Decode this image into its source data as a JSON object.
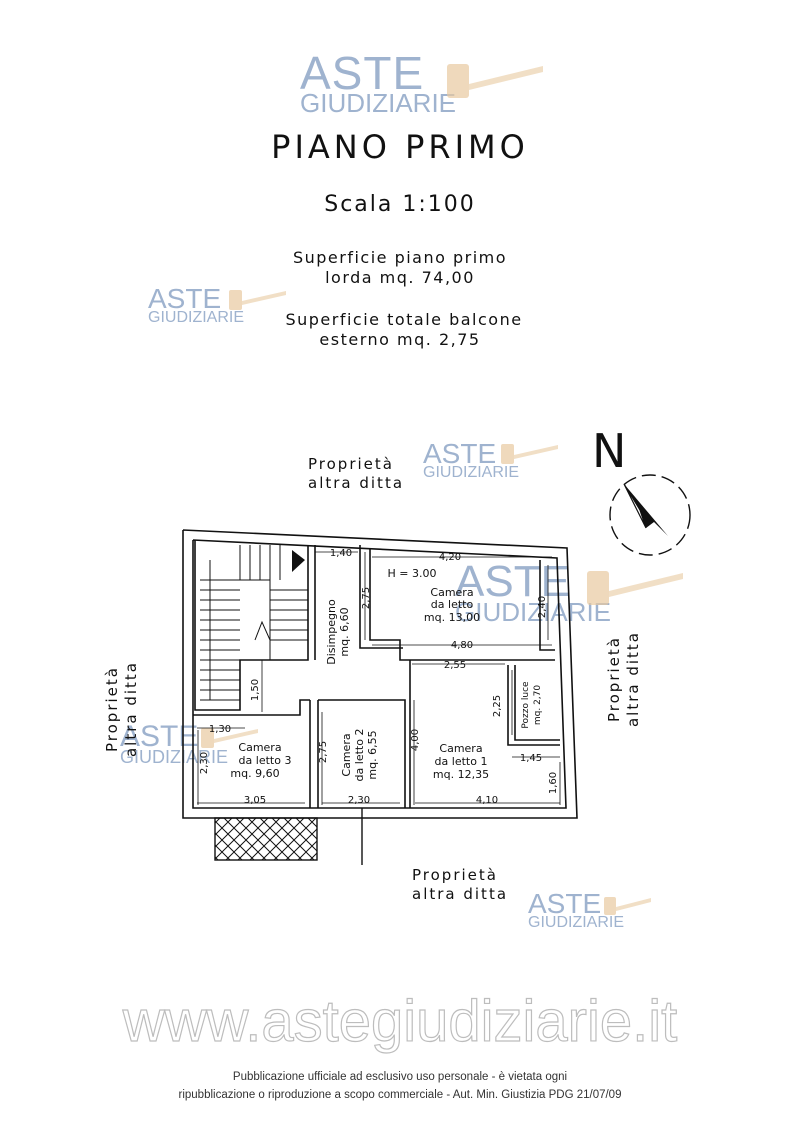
{
  "header": {
    "title": "PIANO PRIMO",
    "scale": "Scala 1:100",
    "surface_line1": "Superficie piano primo",
    "surface_line2": "lorda mq. 74,00",
    "balcony_line1": "Superficie totale balcone",
    "balcony_line2": "esterno mq. 2,75"
  },
  "neighbors": {
    "north": [
      "Proprietà",
      "altra ditta"
    ],
    "west": [
      "Proprietà",
      "altra ditta"
    ],
    "east": [
      "Proprietà",
      "altra ditta"
    ],
    "south": [
      "Proprietà",
      "altra ditta"
    ]
  },
  "compass": {
    "label": "N"
  },
  "plan": {
    "height_note": "H = 3.00",
    "rooms": {
      "camera_13": [
        "Camera",
        "da letto",
        "mq. 13,00"
      ],
      "disimpegno": [
        "Disimpegno",
        "mq. 6,60"
      ],
      "camera_2": [
        "Camera",
        "da letto 2",
        "mq. 6,55"
      ],
      "camera_1": [
        "Camera",
        "da letto 1",
        "mq. 12,35"
      ],
      "camera_3": [
        "Camera",
        "da letto 3",
        "mq. 9,60"
      ],
      "pozzo": [
        "Pozzo luce",
        "mq. 2,70"
      ]
    },
    "dims": {
      "d140": "1,40",
      "d420": "4,20",
      "d275a": "2,75",
      "d240": "2,40",
      "d480": "4,80",
      "d255": "2,55",
      "d150": "1,50",
      "d130": "1,30",
      "d225": "2,25",
      "d400": "4,00",
      "d145": "1,45",
      "d275b": "2,75",
      "d230v": "2,30",
      "d305": "3,05",
      "d230h": "2,30",
      "d410": "4,10",
      "d160": "1,60"
    }
  },
  "watermarks": {
    "brand_top": "ASTE",
    "brand_bottom": "GIUDIZIARIE"
  },
  "website": "www.astegiudiziarie.it",
  "footer": {
    "line1": "Pubblicazione ufficiale ad esclusivo uso personale - è vietata ogni",
    "line2": "ripubblicazione o riproduzione a scopo commerciale - Aut. Min. Giustizia PDG 21/07/09"
  },
  "colors": {
    "watermark": "#9fb3cf",
    "gavel": "#e8c9a0",
    "ink": "#111111"
  }
}
